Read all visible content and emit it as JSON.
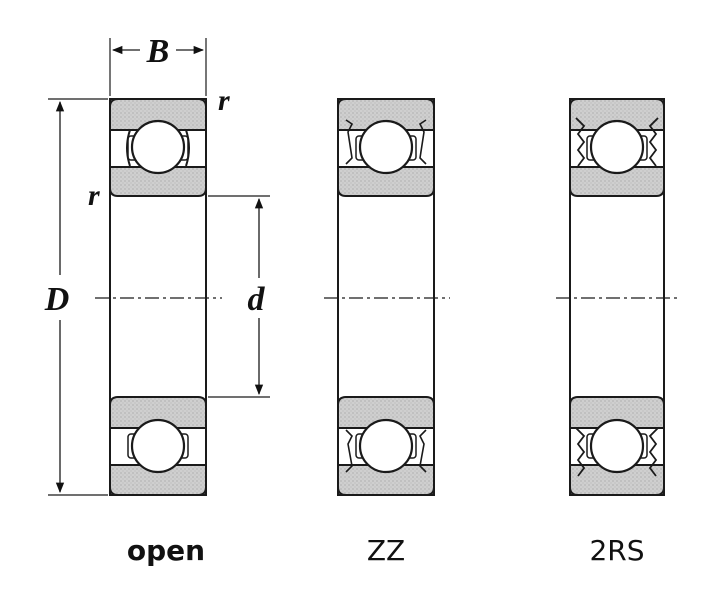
{
  "diagram": {
    "labels": {
      "B": "B",
      "r_top": "r",
      "r_left": "r",
      "D": "D",
      "d": "d"
    },
    "variants": [
      {
        "id": "open",
        "caption": "open"
      },
      {
        "id": "zz",
        "caption": "ZZ"
      },
      {
        "id": "2rs",
        "caption": "2RS"
      }
    ],
    "colors": {
      "ring_fill": "#c8c8c8",
      "outline": "#1a1a1a",
      "ball_fill": "#ffffff"
    }
  }
}
